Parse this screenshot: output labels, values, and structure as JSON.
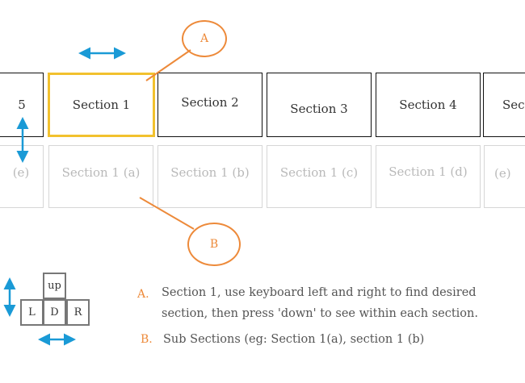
{
  "sections": [
    "5",
    "Section 1",
    "Section 2",
    "Section 3",
    "Section 4",
    "Sect"
  ],
  "subsections": [
    "(e)",
    "Section 1 (a)",
    "Section 1 (b)",
    "Section 1 (c)",
    "Section 1 (d)",
    "(e)"
  ],
  "callouts": {
    "a": "A",
    "b": "B"
  },
  "keys": {
    "up": "up",
    "left": "L",
    "down": "D",
    "right": "R"
  },
  "legend": {
    "a_letter": "A.",
    "a_line1": "Section 1, use keyboard left and right to find desired",
    "a_line2": "section, then press 'down' to see within each section.",
    "b_letter": "B.",
    "b_text": "Sub Sections (eg: Section 1(a), section 1 (b)"
  },
  "colors": {
    "highlight": "#f2c12e",
    "accent": "#ed8a3a",
    "arrow": "#1a9ad6",
    "border": "#111111",
    "faded": "#b9b9b9"
  }
}
